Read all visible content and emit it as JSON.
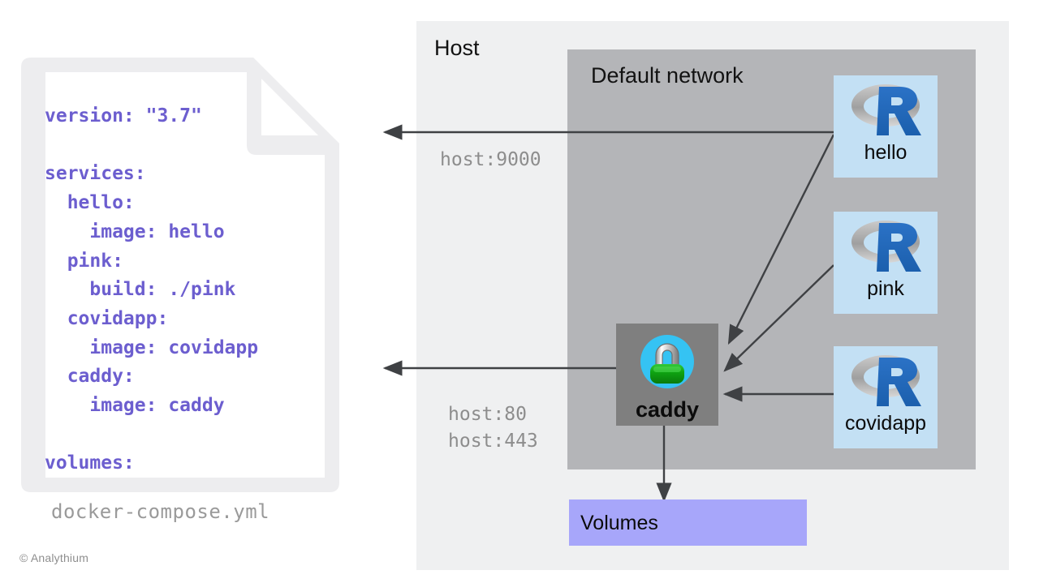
{
  "document": {
    "icon_name": "document-file-icon",
    "filename": "docker-compose.yml",
    "yaml": "version: \"3.7\"\n\nservices:\n  hello:\n    image: hello\n  pink:\n    build: ./pink\n  covidapp:\n    image: covidapp\n  caddy:\n    image: caddy\n\nvolumes:",
    "yaml_lines": [
      "version: \"3.7\"",
      "",
      "services:",
      "  hello:",
      "    image: hello",
      "  pink:",
      "    build: ./pink",
      "  covidapp:",
      "    image: covidapp",
      "  caddy:",
      "    image: caddy",
      "",
      "volumes:"
    ],
    "text_color": "#6C5ECF",
    "card_color": "#EDEDEF",
    "page_color": "#FFFFFF"
  },
  "footer": {
    "copyright": "© Analythium"
  },
  "diagram": {
    "host": {
      "label": "Host",
      "background": "#EFF0F1"
    },
    "network": {
      "label": "Default network",
      "background": "#B4B5B8"
    },
    "containers": [
      {
        "id": "hello",
        "label": "hello",
        "icon": "r-logo-icon",
        "background": "#C3E0F4"
      },
      {
        "id": "pink",
        "label": "pink",
        "icon": "r-logo-icon",
        "background": "#C3E0F4"
      },
      {
        "id": "covidapp",
        "label": "covidapp",
        "icon": "r-logo-icon",
        "background": "#C3E0F4"
      }
    ],
    "proxy": {
      "id": "caddy",
      "label": "caddy",
      "icon": "caddy-padlock-icon",
      "background": "#7F7F7F"
    },
    "volumes": {
      "label": "Volumes",
      "background": "#A7A6FA"
    },
    "ports": [
      {
        "id": "hello-port",
        "label": "host:9000"
      },
      {
        "id": "caddy-port-http",
        "label": "host:80"
      },
      {
        "id": "caddy-port-https",
        "label": "host:443"
      }
    ],
    "port_label_http_https": "host:80\nhost:443",
    "edges": [
      {
        "from": "hello",
        "to": "host-outside",
        "kind": "published-port"
      },
      {
        "from": "caddy",
        "to": "host-outside",
        "kind": "published-port"
      },
      {
        "from": "hello",
        "to": "caddy",
        "kind": "network-link"
      },
      {
        "from": "pink",
        "to": "caddy",
        "kind": "network-link"
      },
      {
        "from": "covidapp",
        "to": "caddy",
        "kind": "network-link"
      },
      {
        "from": "caddy",
        "to": "volumes",
        "kind": "mount"
      }
    ],
    "arrow_color": "#3F4144"
  },
  "colors": {
    "accent_purple": "#6C5ECF",
    "r_blue": "#1F65B7",
    "caddy_cyan": "#35C3F3",
    "caddy_green": "#13A215",
    "volumes": "#A7A6FA",
    "network_gray": "#B4B5B8",
    "host_gray": "#EFF0F1",
    "proxy_gray": "#7F7F7F"
  }
}
